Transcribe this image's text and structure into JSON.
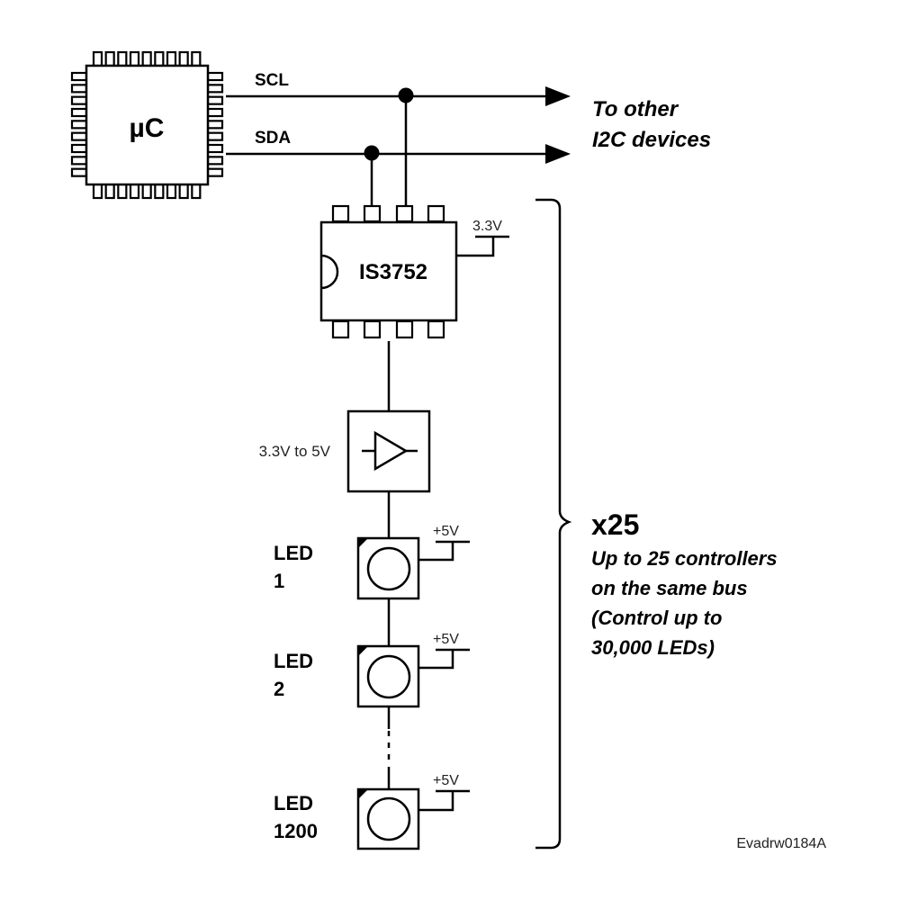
{
  "microcontroller": {
    "label": "µC",
    "icon": "qfp-chip-icon"
  },
  "bus": {
    "scl_label": "SCL",
    "sda_label": "SDA",
    "destination_line1": "To other",
    "destination_line2": "I2C devices"
  },
  "controller": {
    "label": "IS3752",
    "supply_label": "3.3V"
  },
  "level_shifter": {
    "label": "3.3V to 5V",
    "icon": "buffer-triangle-icon"
  },
  "leds": [
    {
      "label_line1": "LED",
      "label_line2": "1",
      "supply_label": "+5V"
    },
    {
      "label_line1": "LED",
      "label_line2": "2",
      "supply_label": "+5V"
    },
    {
      "label_line1": "LED",
      "label_line2": "1200",
      "supply_label": "+5V"
    }
  ],
  "repeat_note": {
    "multiplier": "x25",
    "lines": [
      "Up to 25 controllers",
      "on the same bus",
      "(Control up to",
      "30,000 LEDs)"
    ]
  },
  "drawing_id": "Evadrw0184A"
}
